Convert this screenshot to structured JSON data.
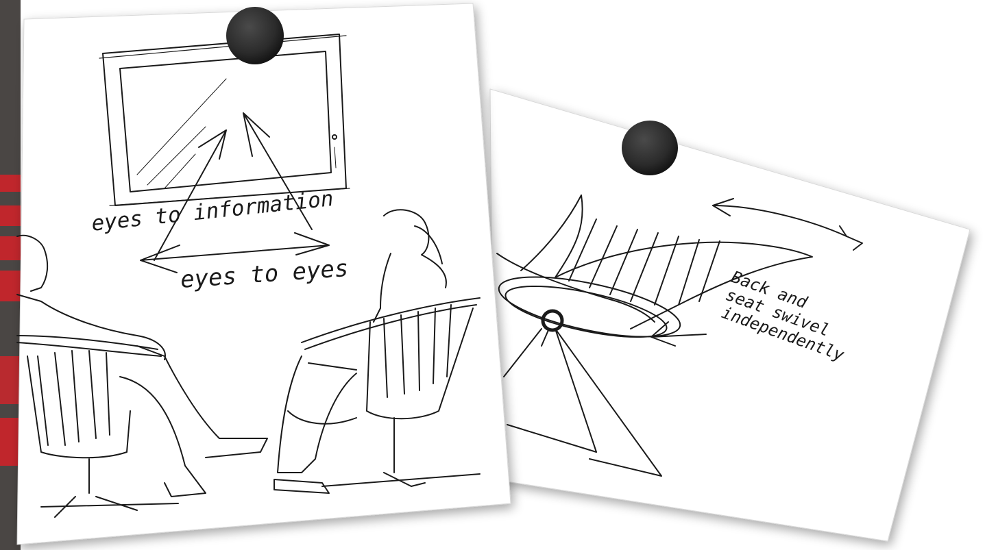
{
  "sketch_left": {
    "label_eyes_to_information": "eyes to information",
    "label_eyes_to_eyes": "eyes to eyes"
  },
  "sketch_right": {
    "label_line_1": "Back and",
    "label_line_2": "seat swivel",
    "label_line_3": "independently"
  },
  "colors": {
    "background": "#ffffff",
    "card": "#ffffff",
    "ink": "#1a1a1a",
    "magnet": "#2b2b2b",
    "red_stripe": "#c0262c",
    "dark_edge": "#4a4644"
  }
}
